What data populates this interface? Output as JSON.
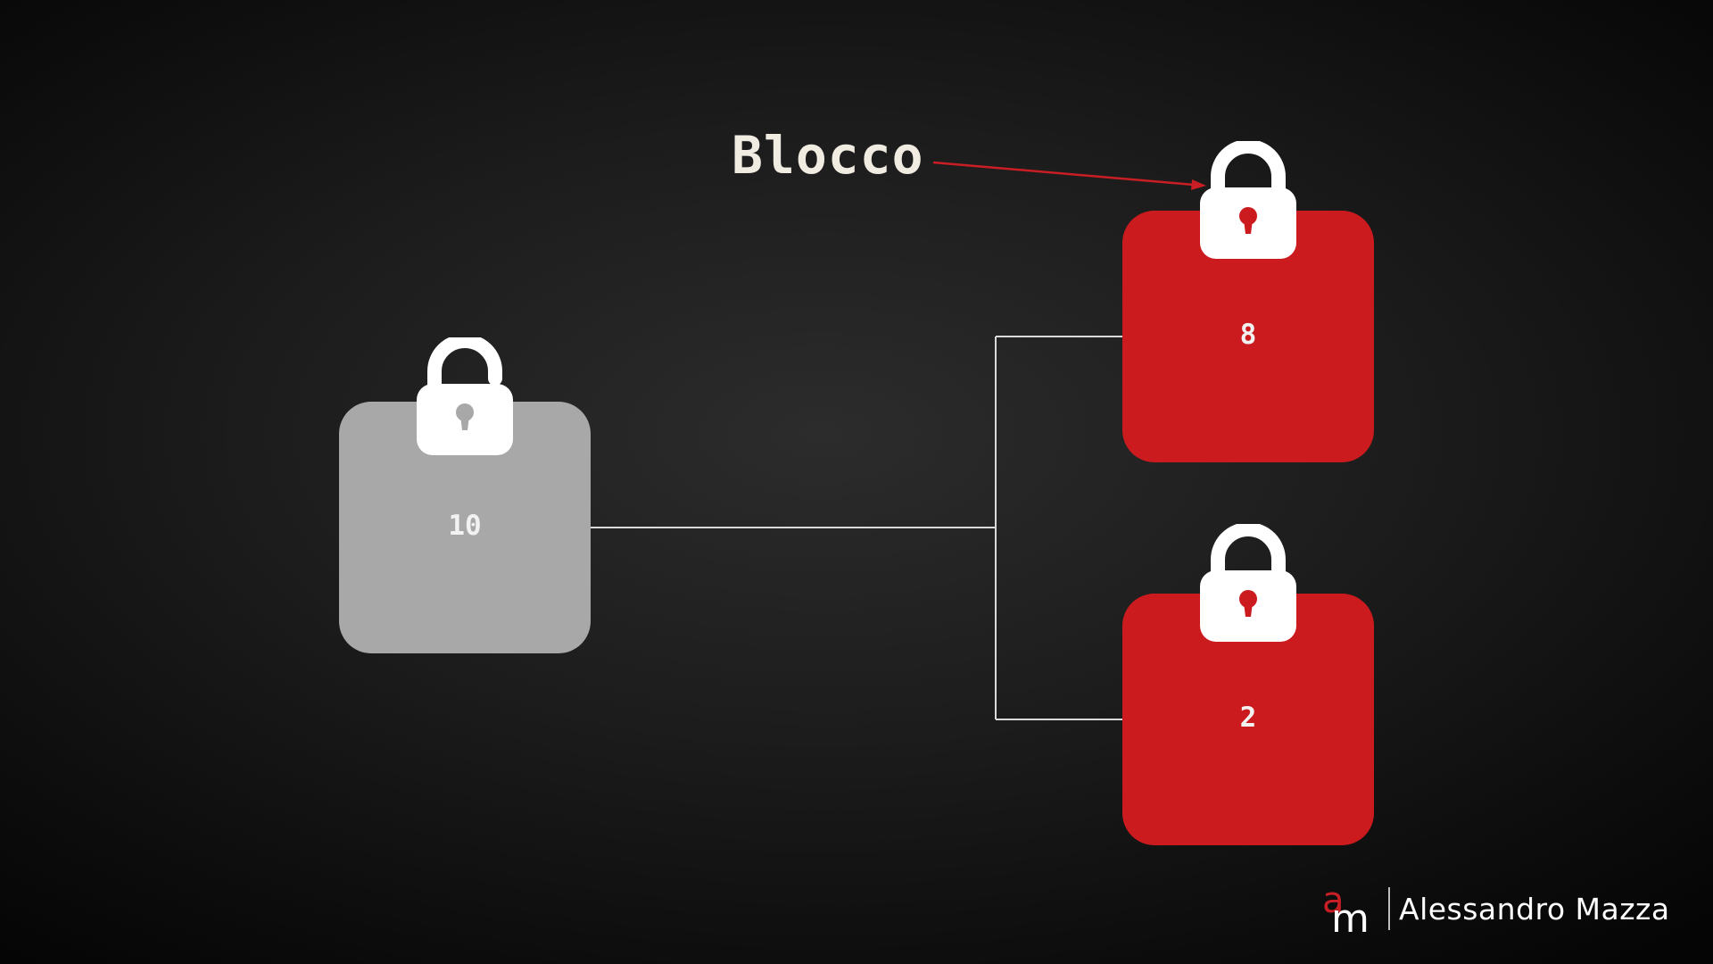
{
  "diagram": {
    "annotation": {
      "label": "Blocco"
    },
    "nodes": [
      {
        "id": "root",
        "value": "10",
        "state": "unlocked",
        "color": "#a8a8a8"
      },
      {
        "id": "child_top",
        "value": "8",
        "state": "locked",
        "color": "#cc1b1e"
      },
      {
        "id": "child_bottom",
        "value": "2",
        "state": "locked",
        "color": "#cc1b1e"
      }
    ],
    "edges": [
      {
        "from": "root",
        "to": "child_top"
      },
      {
        "from": "root",
        "to": "child_bottom"
      }
    ],
    "colors": {
      "connector": "#d9d9d9",
      "arrow": "#c81e24",
      "lock_body": "#ffffff",
      "keyhole_locked": "#cc1b1e",
      "keyhole_unlocked": "#a8a8a8"
    }
  },
  "brand": {
    "mark": "am",
    "name": "Alessandro Mazza"
  }
}
